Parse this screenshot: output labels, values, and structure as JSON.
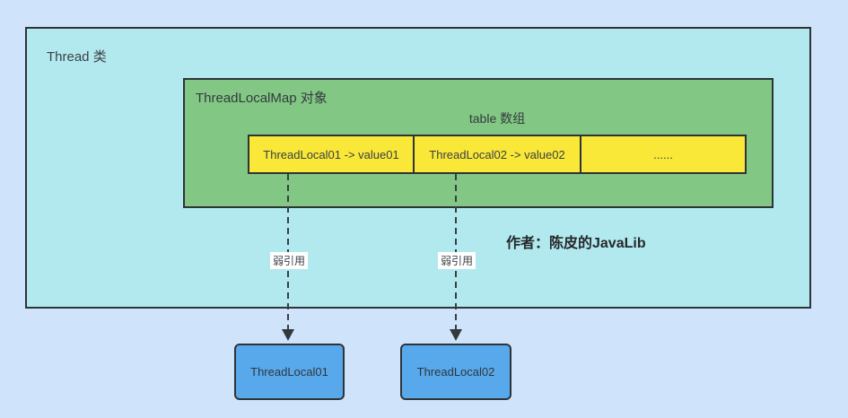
{
  "diagram": {
    "thread_box": {
      "label": "Thread 类",
      "bg_color": "#b1e9ee"
    },
    "map_box": {
      "label": "ThreadLocalMap 对象",
      "bg_color": "#82c784"
    },
    "table": {
      "label": "table 数组",
      "cell_bg_color": "#f9e838",
      "cells": [
        "ThreadLocal01 -> value01",
        "ThreadLocal02 -> value02",
        "......"
      ]
    },
    "weak_refs": [
      {
        "label": "弱引用"
      },
      {
        "label": "弱引用"
      }
    ],
    "author_note": "作者：陈皮的JavaLib",
    "threadlocal_objects": [
      {
        "label": "ThreadLocal01"
      },
      {
        "label": "ThreadLocal02"
      }
    ],
    "colors": {
      "page_bg": "#cfe4fa",
      "threadlocal_object_bg": "#58a9ec",
      "border": "#2e3338",
      "arrow": "#393e44"
    }
  }
}
